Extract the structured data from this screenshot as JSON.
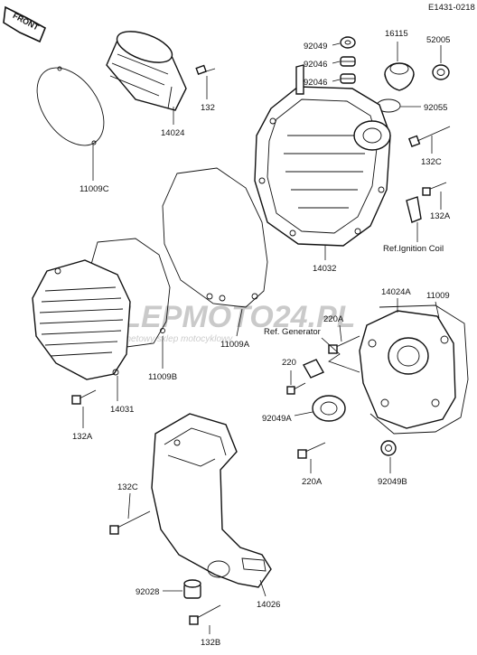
{
  "diagram_code": "E1431-0218",
  "front_label": "FRONT",
  "watermark": {
    "brand": "SKLEPMOTO24.PL",
    "tagline": "internetowy sklep motocyklowy"
  },
  "callouts": {
    "p14024_top": "14024",
    "p11009c": "11009C",
    "p132_top": "132",
    "p92049_top": "92049",
    "p92046_a": "92046",
    "p92046_b": "92046",
    "p16115": "16115",
    "p52005": "52005",
    "p92055": "92055",
    "p132c_top": "132C",
    "p132a_right": "132A",
    "ref_ignition": "Ref.Ignition Coil",
    "p14032": "14032",
    "p11009a": "11009A",
    "p11009b": "11009B",
    "p14031": "14031",
    "p132a_left": "132A",
    "p14024a": "14024A",
    "p11009": "11009",
    "p220a_top": "220A",
    "ref_generator": "Ref. Generator",
    "p220": "220",
    "p92049a": "92049A",
    "p220a_bottom": "220A",
    "p92049b": "92049B",
    "p132c_bottom": "132C",
    "p92028": "92028",
    "p14026": "14026",
    "p132b": "132B"
  }
}
